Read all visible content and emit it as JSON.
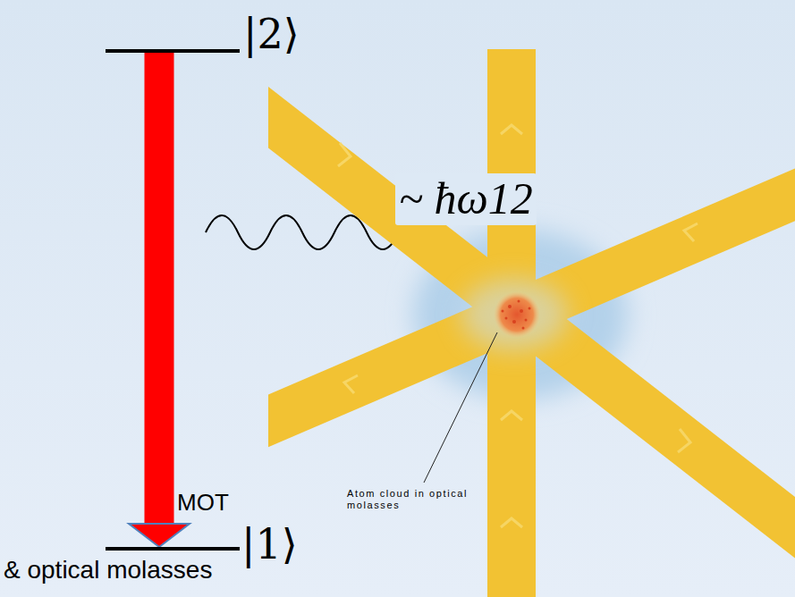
{
  "diagram": {
    "nodes": [
      {
        "text": [
          "|2⟩"
        ]
      },
      {
        "text": [
          "|1⟩"
        ]
      }
    ],
    "edges": [
      {
        "from": 0,
        "to": 1,
        "arrow": "to"
      }
    ],
    "labels": [
      "~ ħω12",
      "Atom cloud in optical molasses",
      "MOT",
      "& optical molasses"
    ]
  }
}
